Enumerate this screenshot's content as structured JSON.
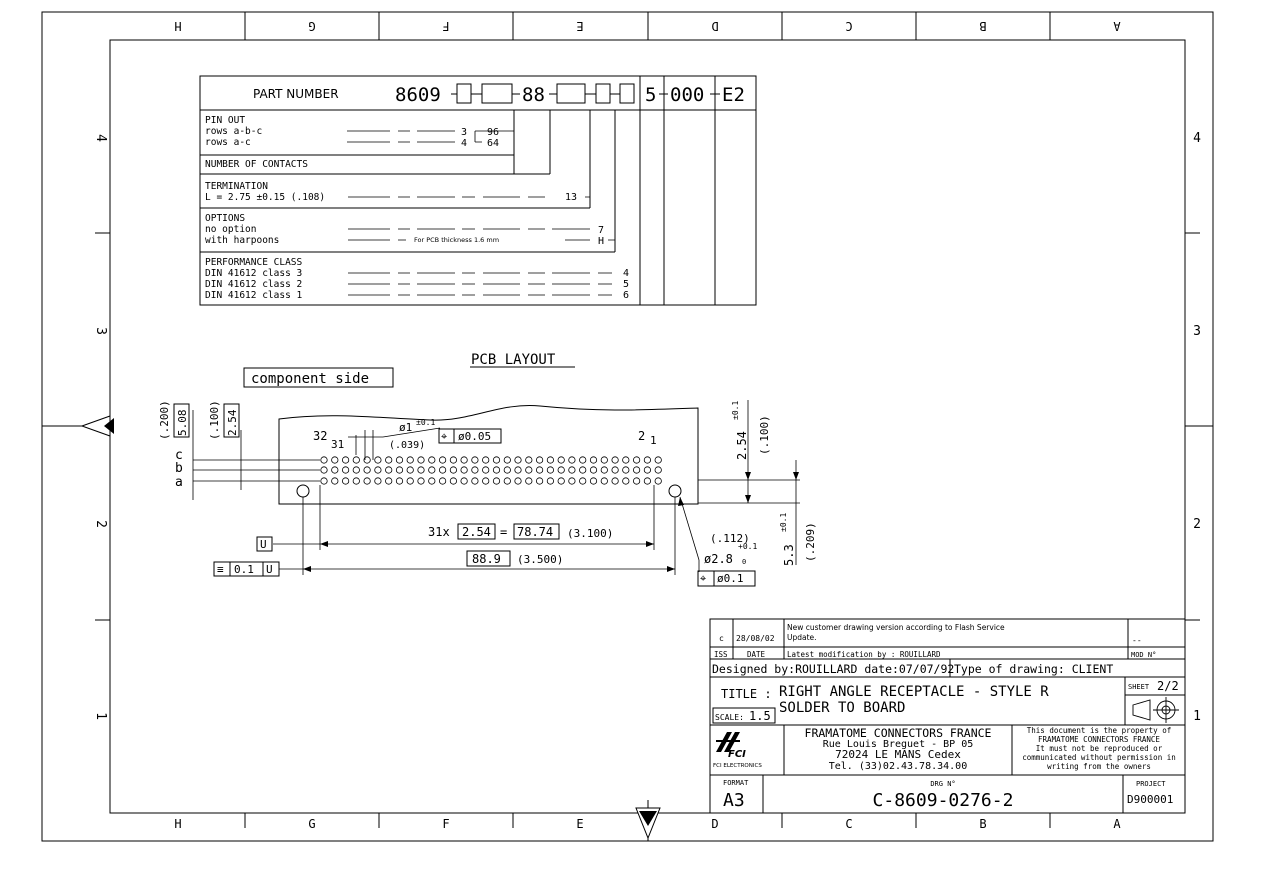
{
  "frame": {
    "columns": [
      "H",
      "G",
      "F",
      "E",
      "D",
      "C",
      "B",
      "A"
    ],
    "rows": [
      "4",
      "3",
      "2",
      "1"
    ]
  },
  "part_number_table": {
    "header_label": "PART NUMBER",
    "code": {
      "prefix": "8609",
      "s3": "88",
      "s6": "5",
      "s7": "000",
      "s8": "E2"
    },
    "pinout": {
      "title": "PIN OUT",
      "rows": [
        {
          "label": "rows a-b-c",
          "code": "3",
          "value": "96"
        },
        {
          "label": "rows a-c",
          "code": "4",
          "value": "64"
        }
      ]
    },
    "contacts_title": "NUMBER OF CONTACTS",
    "termination": {
      "title": "TERMINATION",
      "row": {
        "label": "L = 2.75 ±0.15  (.108)",
        "code": "13"
      }
    },
    "options": {
      "title": "OPTIONS",
      "rows": [
        {
          "label": "no option",
          "code": "7"
        },
        {
          "label": "with harpoons",
          "note": "For PCB thickness 1.6 mm",
          "code": "H"
        }
      ]
    },
    "performance": {
      "title": "PERFORMANCE CLASS",
      "rows": [
        {
          "label": "DIN 41612 class 3",
          "code": "4"
        },
        {
          "label": "DIN 41612 class 2",
          "code": "5"
        },
        {
          "label": "DIN 41612 class 1",
          "code": "6"
        }
      ]
    }
  },
  "pcb_layout": {
    "title": "PCB LAYOUT",
    "component_side": "component side",
    "rows_labels": [
      "c",
      "b",
      "a"
    ],
    "pin_labels": {
      "left_top": "32",
      "left_bottom": "31",
      "right_top": "2",
      "right_bottom": "1"
    },
    "hole_dia": "ø1",
    "hole_tol": "±0.1",
    "hole_imperial": "(.039)",
    "hole_position_tol": "ø0.05",
    "dim_508": "5.08",
    "dim_200": "(.200)",
    "dim_254": "2.54",
    "dim_100": "(.100)",
    "right_254": "2.54",
    "right_254_tol": "±0.1",
    "right_100": "(.100)",
    "pitch_prefix": "31x",
    "pitch_value": "2.54",
    "pitch_eq": "=",
    "pitch_total": "78.74",
    "pitch_imperial": "(3.100)",
    "overall": "88.9",
    "overall_imperial": "(3.500)",
    "datum_u": "U",
    "flatness_value": "0.1",
    "flatness_ref": "U",
    "mount_imperial": "(.112)",
    "mount_tol": "+0.1",
    "mount_tol2": "0",
    "mount_dia": "ø2.8",
    "mount_pos_tol": "ø0.1",
    "height_value": "5.3",
    "height_tol": "±0.1",
    "height_imperial": "(.209)"
  },
  "title_block": {
    "revision": {
      "iss": "c",
      "date": "28/08/02",
      "desc_line1": "New customer drawing version according to Flash Service",
      "desc_line2": "Update.",
      "mod": "--"
    },
    "header": {
      "iss": "ISS",
      "date": "DATE",
      "latest": "Latest modification by :  ROUILLARD",
      "mod": "MOD N°"
    },
    "designed": "Designed by:ROUILLARD date:07/07/92",
    "drawing_type": "Type of drawing:    CLIENT",
    "title_label": "TITLE :",
    "title_line1": "RIGHT ANGLE RECEPTACLE - STYLE R",
    "title_line2": "SOLDER TO BOARD",
    "scale_label": "SCALE:",
    "scale_value": "1.5",
    "sheet_label": "SHEET",
    "sheet_value": "2/2",
    "logo_text": "FCI",
    "logo_sub": "FCI ELECTRONICS",
    "company": [
      "FRAMATOME CONNECTORS FRANCE",
      "Rue Louis Breguet - BP 05",
      "72024  LE MANS Cedex",
      "Tel. (33)02.43.78.34.00"
    ],
    "notice": [
      "This document is the property of",
      "FRAMATOME CONNECTORS FRANCE",
      "It must not be reproduced or",
      "communicated without permission in",
      "writing from the owners"
    ],
    "format_label": "FORMAT",
    "format_value": "A3",
    "drg_label": "DRG N°",
    "drg_value": "C-8609-0276-2",
    "project_label": "PROJECT",
    "project_value": "D900001"
  }
}
